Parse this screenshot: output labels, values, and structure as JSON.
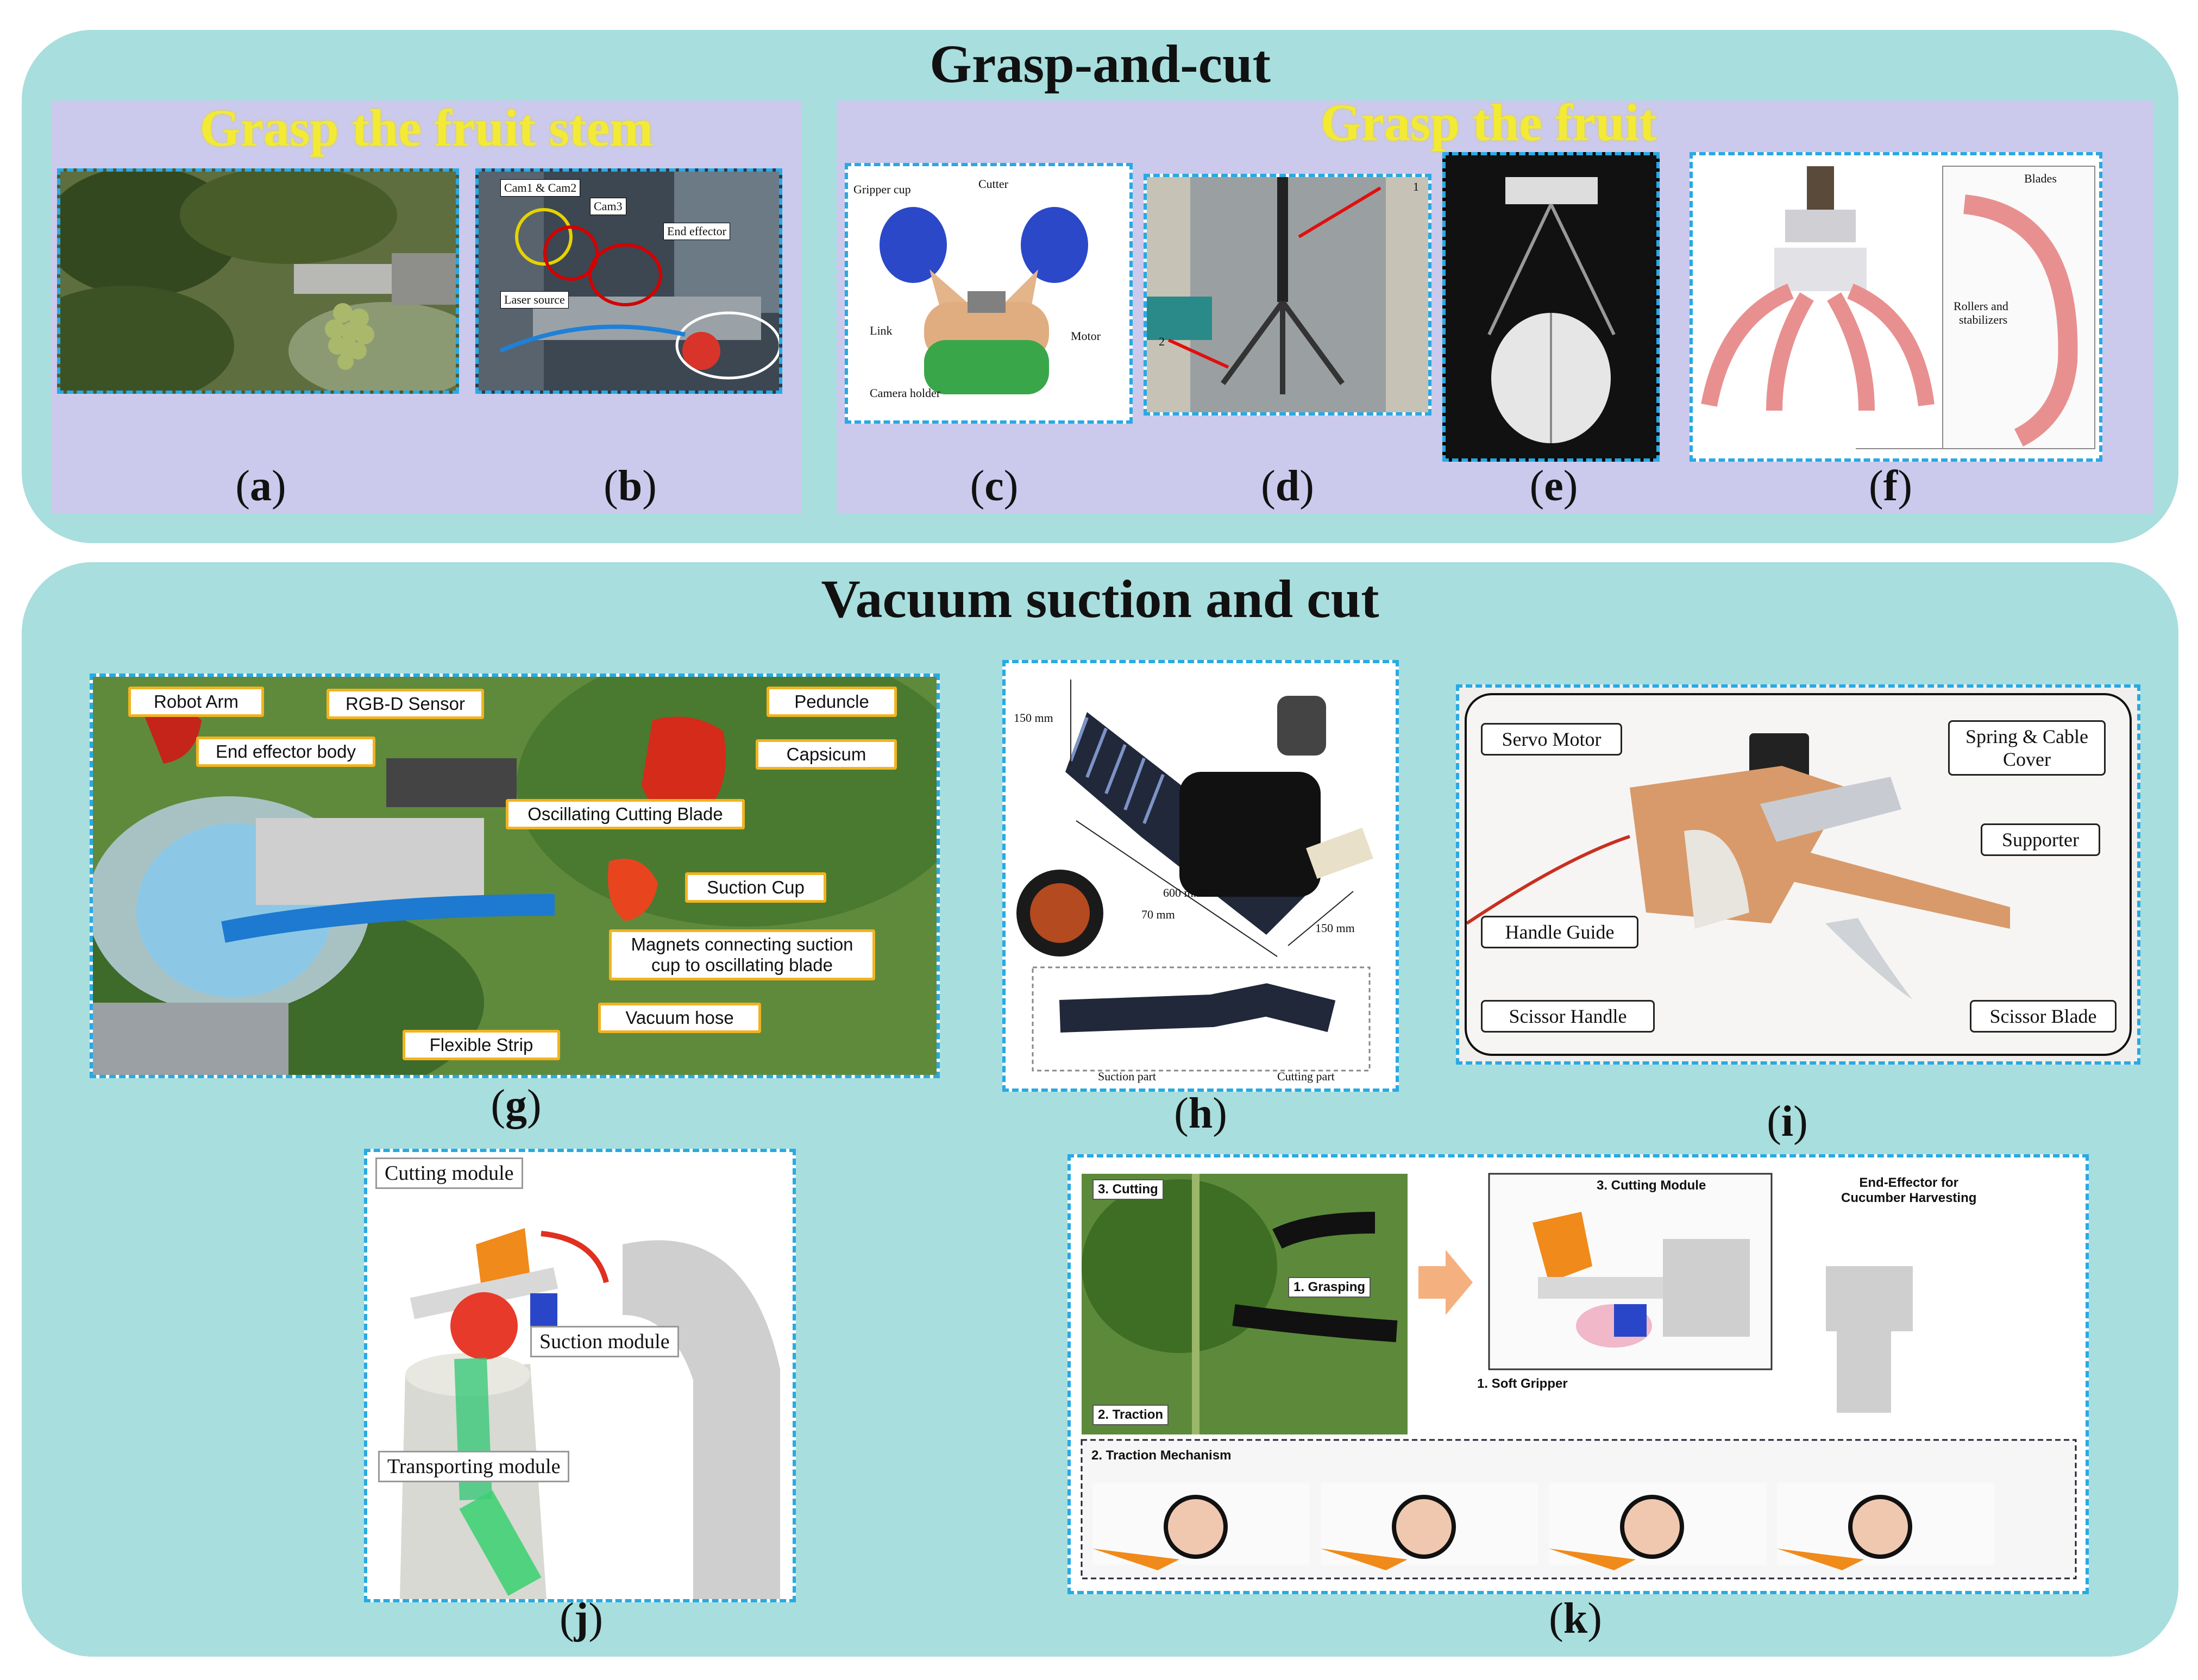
{
  "top": {
    "title": "Grasp-and-cut",
    "left_title": "Grasp the fruit stem",
    "right_title": "Grasp the fruit",
    "b": {
      "cam12": "Cam1 & Cam2",
      "cam3": "Cam3",
      "end_effector": "End effector",
      "laser": "Laser source"
    },
    "c": {
      "gripper_cup": "Gripper cup",
      "cutter": "Cutter",
      "link": "Link",
      "motor": "Motor",
      "camera_holder": "Camera holder"
    },
    "d": {
      "n1": "1",
      "n2": "2"
    },
    "f": {
      "blades": "Blades",
      "rollers": "Rollers and",
      "stabilizers": "stabilizers"
    },
    "captions": [
      "(a)",
      "(b)",
      "(c)",
      "(d)",
      "(e)",
      "(f)"
    ]
  },
  "bottom": {
    "title": "Vacuum suction and cut",
    "g": {
      "robot_arm": "Robot Arm",
      "rgbd": "RGB-D Sensor",
      "peduncle": "Peduncle",
      "end_effector_body": "End effector body",
      "capsicum": "Capsicum",
      "oscillating_blade": "Oscillating Cutting Blade",
      "suction_cup": "Suction Cup",
      "magnets_1": "Magnets connecting suction",
      "magnets_2": "cup to oscillating blade",
      "vacuum_hose": "Vacuum hose",
      "flexible_strip": "Flexible Strip"
    },
    "h": {
      "d150a": "150 mm",
      "d600": "600 mm",
      "d70": "70 mm",
      "d150b": "150 mm",
      "suction_part": "Suction part",
      "cutting_part": "Cutting part"
    },
    "i": {
      "servo_motor": "Servo Motor",
      "spring_1": "Spring & Cable",
      "spring_2": "Cover",
      "supporter": "Supporter",
      "handle_guide": "Handle Guide",
      "scissor_handle": "Scissor Handle",
      "scissor_blade": "Scissor Blade"
    },
    "j": {
      "cutting": "Cutting module",
      "suction": "Suction module",
      "transport": "Transporting module"
    },
    "k": {
      "cutting": "3. Cutting",
      "grasping": "1. Grasping",
      "traction": "2. Traction",
      "cutting_module": "3. Cutting Module",
      "soft_gripper": "1. Soft Gripper",
      "ee_1": "End-Effector for",
      "ee_2": "Cucumber Harvesting",
      "traction_mech": "2. Traction Mechanism"
    },
    "captions": [
      "(g)",
      "(h)",
      "(i)",
      "(j)",
      "(k)"
    ]
  }
}
